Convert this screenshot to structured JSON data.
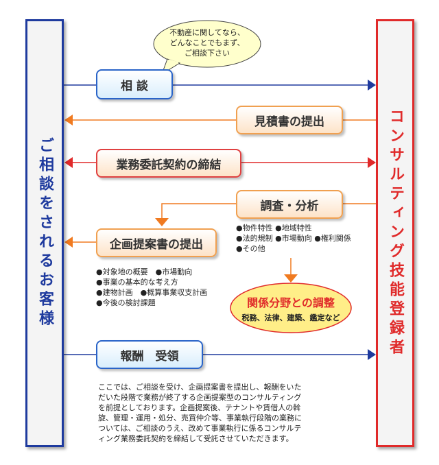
{
  "left_panel": {
    "label": "ご相談をされるお客様",
    "color": "#1e3a9e"
  },
  "right_panel": {
    "label": "コンサルティング技能登録者",
    "color": "#e02a2a"
  },
  "bubble": {
    "lines": [
      "不動産に関してなら、",
      "どんなことでもまず、",
      "ご相談下さい"
    ]
  },
  "steps": {
    "consult": "相 談",
    "estimate": "見積書の提出",
    "contract": "業務委託契約の締結",
    "survey": "調査・分析",
    "proposal": "企画提案書の提出",
    "reward": "報酬　受領"
  },
  "survey_items": "●物件特性 ●地域特性\n●法的規制 ●市場動向 ●権利関係\n●その他",
  "proposal_items": "●対象地の概要　●市場動向\n●事業の基本的な考え方\n●建物計画　●概算事業収支計画\n●今後の検討課題",
  "adjust": {
    "title": "関係分野との調整",
    "subtitle": "税務、法律、建築、鑑定など"
  },
  "description": "ここでは、ご相談を受け、企画提案書を提出し、報酬をいた\nだいた段階で業務が終了する企画提案型のコンサルティング\nを前提としております。企画提案後、テナントや賃借人の斡\n旋、管理・運用・処分、売買仲介等、事業執行段階の業務に\nついては、ご相談のうえ、改めて事業執行に係るコンサルテ\nィング業務委託契約を締結して受託させていただきます。",
  "colors": {
    "blue": "#1e3a9e",
    "red": "#e02a2a",
    "orange": "#f07a20",
    "line_gray": "#9a9a9a"
  }
}
